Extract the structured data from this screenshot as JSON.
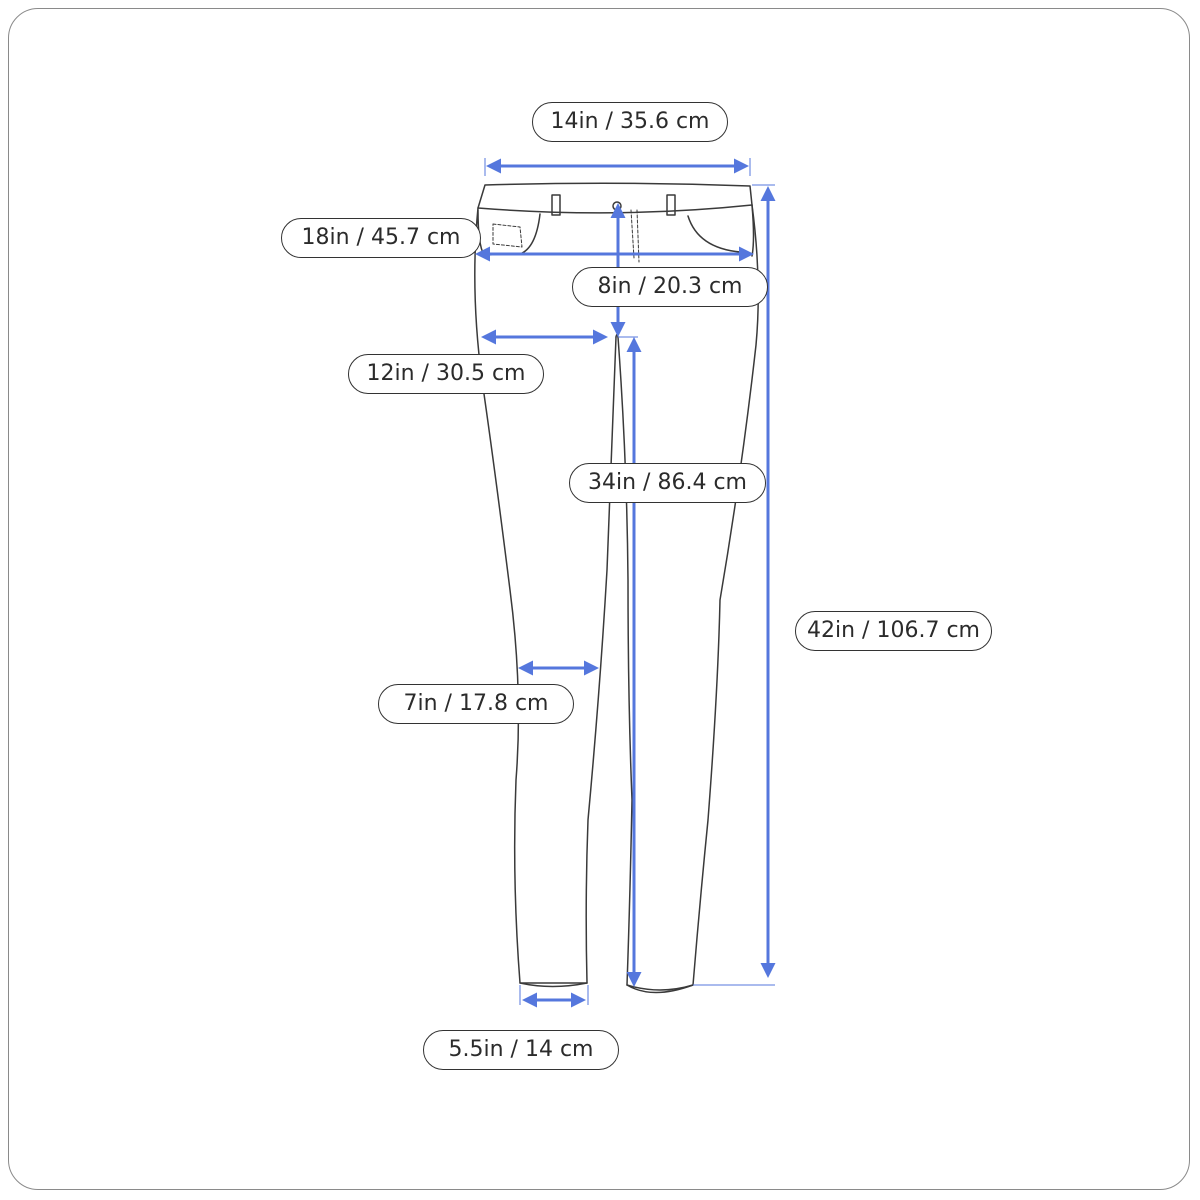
{
  "colors": {
    "arrow": "#5577dd",
    "outline": "#3a3a3a",
    "label_border": "#333333"
  },
  "labels": {
    "waist_width": "14in / 35.6 cm",
    "hip_width": "18in / 45.7 cm",
    "front_rise": "8in / 20.3 cm",
    "thigh_width": "12in / 30.5 cm",
    "inseam": "34in / 86.4 cm",
    "outseam": "42in / 106.7 cm",
    "knee_width": "7in / 17.8 cm",
    "leg_opening": "5.5in / 14 cm"
  }
}
